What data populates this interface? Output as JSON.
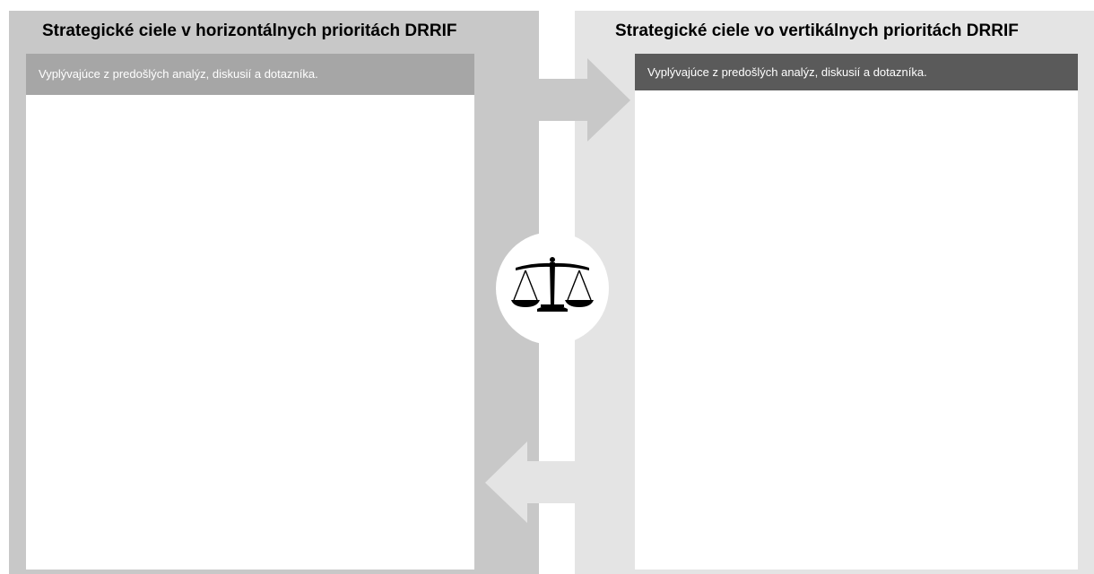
{
  "left_panel": {
    "title": "Strategické ciele v horizontálnych prioritách DRRIF",
    "subtitle": "Vyplývajúce z predošlých analýz, diskusií a dotazníka.",
    "color": "#c8c8c8"
  },
  "right_panel": {
    "title": "Strategické ciele vo vertikálnych prioritách DRRIF",
    "subtitle": "Vyplývajúce z predošlých analýz, diskusií a dotazníka.",
    "color": "#e4e4e4"
  },
  "arrows": {
    "top": "right",
    "bottom": "left"
  },
  "center_icon": "scales-of-justice-icon"
}
